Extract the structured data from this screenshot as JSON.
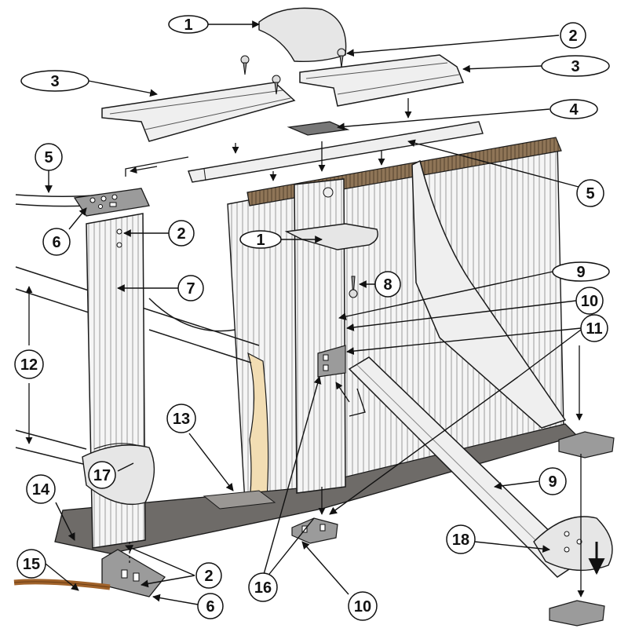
{
  "callouts": {
    "c1_top": "1",
    "c1_mid": "1",
    "c2_top": "2",
    "c2_post": "2",
    "c2_base": "2",
    "c3_left": "3",
    "c3_right": "3",
    "c4": "4",
    "c5_left": "5",
    "c5_right": "5",
    "c6_top": "6",
    "c6_base": "6",
    "c7": "7",
    "c8": "8",
    "c9_top": "9",
    "c9_brace": "9",
    "c10_post": "10",
    "c10_base": "10",
    "c11": "11",
    "c12": "12",
    "c13": "13",
    "c14": "14",
    "c15": "15",
    "c16": "16",
    "c17": "17",
    "c18": "18"
  },
  "colors": {
    "outline": "#1a1a1a",
    "metal_light": "#efefef",
    "metal_mid": "#d9d9d9",
    "panel": "#f4f4f4",
    "ground": "#6e6b68",
    "liner": "#f2ddb3",
    "coping": "#a58b6a",
    "hose": "#a0622a",
    "cap_fill": "#e6e6e6"
  }
}
